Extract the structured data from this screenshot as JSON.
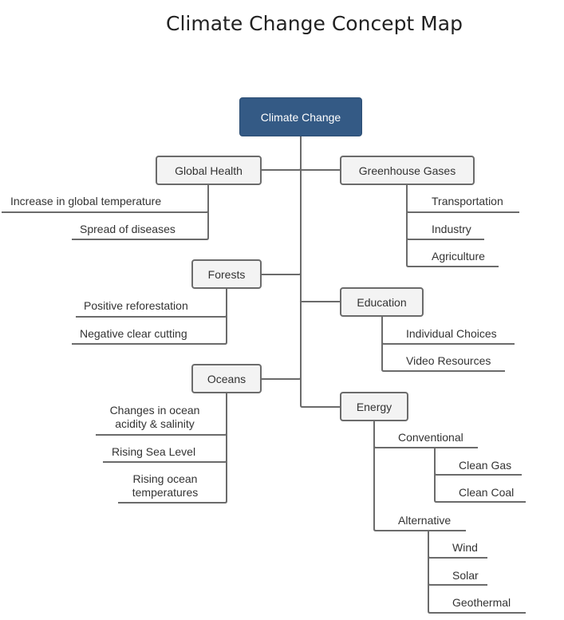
{
  "title": "Climate Change Concept Map",
  "root": "Climate Change",
  "global_health": {
    "label": "Global Health",
    "items": [
      "Increase in global temperature",
      "Spread of diseases"
    ]
  },
  "forests": {
    "label": "Forests",
    "items": [
      "Positive reforestation",
      "Negative clear cutting"
    ]
  },
  "oceans": {
    "label": "Oceans",
    "items": [
      "Changes in ocean\nacidity & salinity",
      "Rising Sea Level",
      "Rising ocean\ntemperatures"
    ]
  },
  "greenhouse_gases": {
    "label": "Greenhouse Gases",
    "items": [
      "Transportation",
      "Industry",
      "Agriculture"
    ]
  },
  "education": {
    "label": "Education",
    "items": [
      "Individual Choices",
      "Video Resources"
    ]
  },
  "energy": {
    "label": "Energy",
    "conventional": {
      "label": "Conventional",
      "items": [
        "Clean Gas",
        "Clean Coal"
      ]
    },
    "alternative": {
      "label": "Alternative",
      "items": [
        "Wind",
        "Solar",
        "Geothermal"
      ]
    }
  },
  "colors": {
    "root_fill": "#345a85",
    "node_fill": "#f3f3f3",
    "line": "#6b6b6b"
  }
}
